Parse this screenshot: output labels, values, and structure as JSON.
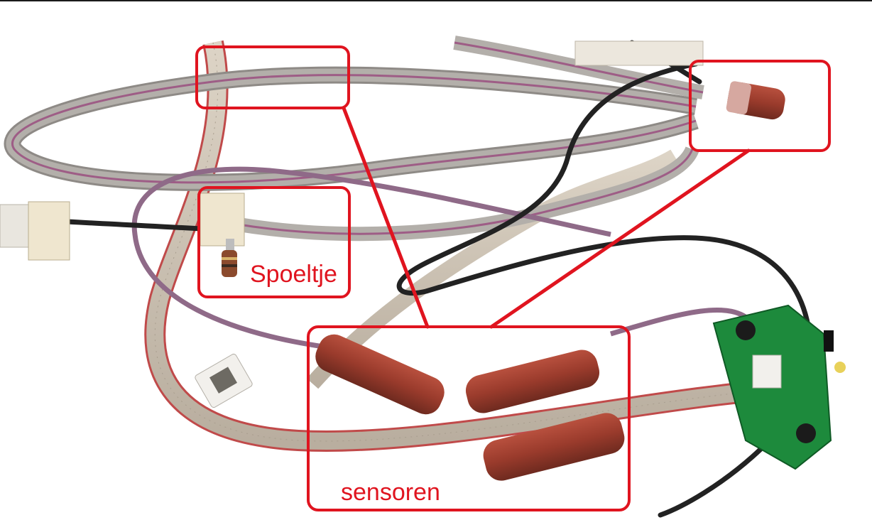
{
  "image": {
    "subject": "wire harness with reed sensors, a small coil and a green circuit board",
    "colors": {
      "annotation": "#e0141f",
      "ribbon_cable": "#c9bfb1",
      "ribbon_edge": "#c04a4a",
      "sensor_body": "#9a3b2c",
      "pcb": "#1d8a3c",
      "black_wire": "#222222"
    }
  },
  "annotations": {
    "coil_label": "Spoeltje",
    "sensors_label": "sensoren"
  }
}
